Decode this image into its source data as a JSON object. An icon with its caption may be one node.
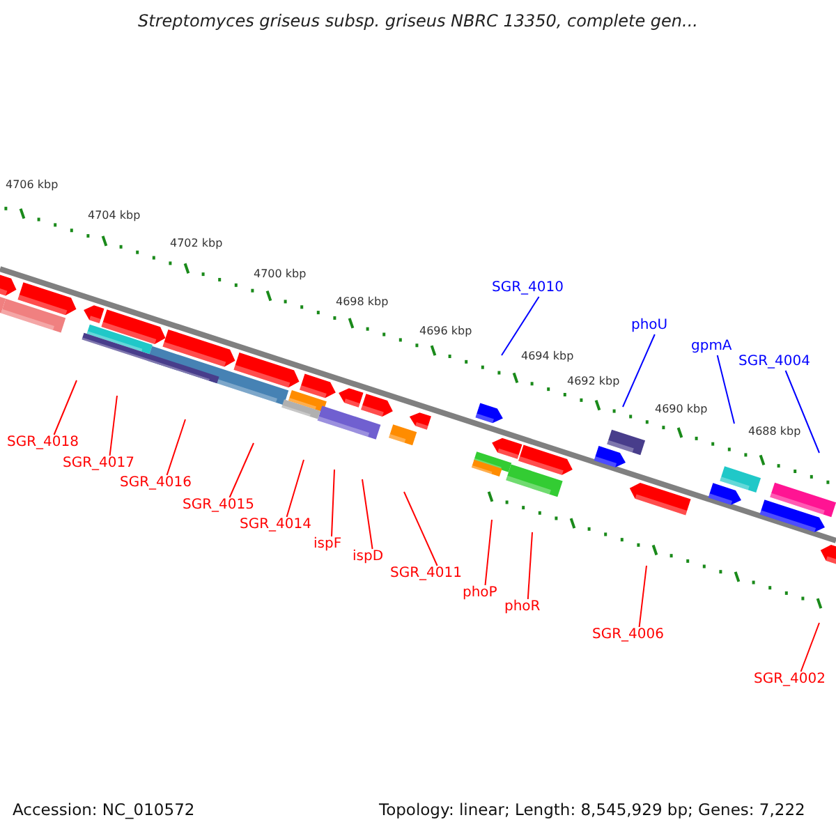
{
  "diagram": {
    "title": "Streptomyces griseus subsp. griseus NBRC 13350, complete gen...",
    "nodes": [
      {
        "text": [
          "SGR_4010"
        ]
      },
      {
        "text": [
          "phoU"
        ]
      },
      {
        "text": [
          "gpmA"
        ]
      },
      {
        "text": [
          "SGR_4004"
        ]
      },
      {
        "text": [
          "SGR_4018"
        ]
      },
      {
        "text": [
          "SGR_4017"
        ]
      },
      {
        "text": [
          "SGR_4016"
        ]
      },
      {
        "text": [
          "SGR_4015"
        ]
      },
      {
        "text": [
          "SGR_4014"
        ]
      },
      {
        "text": [
          "ispF"
        ]
      },
      {
        "text": [
          "ispD"
        ]
      },
      {
        "text": [
          "SGR_4011"
        ]
      },
      {
        "text": [
          "phoP"
        ]
      },
      {
        "text": [
          "phoR"
        ]
      },
      {
        "text": [
          "SGR_4006"
        ]
      },
      {
        "text": [
          "SGR_4002"
        ]
      }
    ],
    "edges": [
      {
        "from": 0,
        "to": null,
        "arrow": "none",
        "color": "#0000ff"
      },
      {
        "from": 1,
        "to": null,
        "arrow": "none",
        "color": "#0000ff"
      },
      {
        "from": 2,
        "to": null,
        "arrow": "none",
        "color": "#0000ff"
      },
      {
        "from": 3,
        "to": null,
        "arrow": "none",
        "color": "#0000ff"
      },
      {
        "from": 4,
        "to": null,
        "arrow": "none"
      },
      {
        "from": 5,
        "to": null,
        "arrow": "none"
      },
      {
        "from": 6,
        "to": null,
        "arrow": "none"
      },
      {
        "from": 7,
        "to": null,
        "arrow": "none"
      },
      {
        "from": 8,
        "to": null,
        "arrow": "none"
      },
      {
        "from": 9,
        "to": null,
        "arrow": "none"
      },
      {
        "from": 10,
        "to": null,
        "arrow": "none"
      },
      {
        "from": 11,
        "to": null,
        "arrow": "none"
      },
      {
        "from": 12,
        "to": null,
        "arrow": "none"
      },
      {
        "from": 13,
        "to": null,
        "arrow": "none"
      },
      {
        "from": 14,
        "to": null,
        "arrow": "none"
      },
      {
        "from": 15,
        "to": null,
        "arrow": "none"
      }
    ],
    "labels": [
      "4706 kbp",
      "4704 kbp",
      "4702 kbp",
      "4700 kbp",
      "4698 kbp",
      "4696 kbp",
      "4694 kbp",
      "4692 kbp",
      "4690 kbp",
      "4688 kbp",
      "Accession: NC_010572",
      "Topology: linear; Length: 8,545,929 bp; Genes: 7,222"
    ]
  }
}
